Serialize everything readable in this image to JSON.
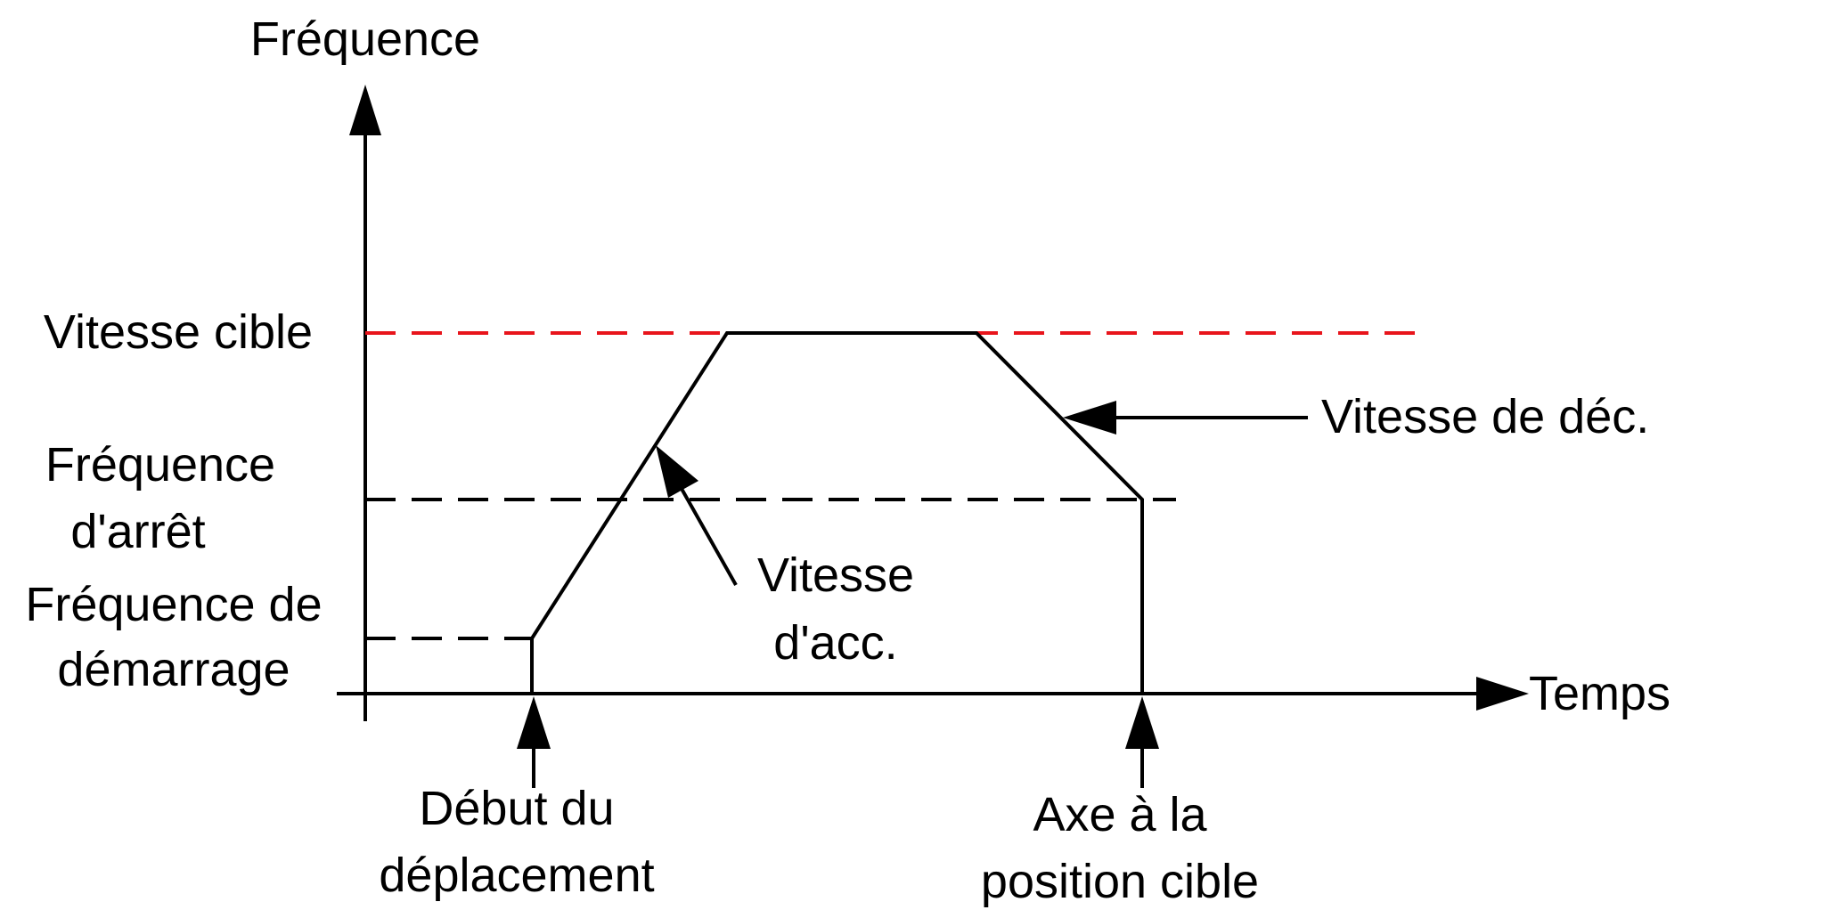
{
  "axes": {
    "y_label": "Fréquence",
    "x_label": "Temps"
  },
  "levels": {
    "target_speed": "Vitesse cible",
    "stop_freq_line1": "Fréquence",
    "stop_freq_line2": "d'arrêt",
    "start_freq_line1": "Fréquence de",
    "start_freq_line2": "démarrage"
  },
  "annotations": {
    "decel_label": "Vitesse de déc.",
    "accel_line1": "Vitesse",
    "accel_line2": "d'acc.",
    "start_move_line1": "Début du",
    "start_move_line2": "déplacement",
    "target_pos_line1": "Axe à la",
    "target_pos_line2": "position cible"
  },
  "colors": {
    "target_speed_line": "#e8141b",
    "lines": "#000000"
  }
}
